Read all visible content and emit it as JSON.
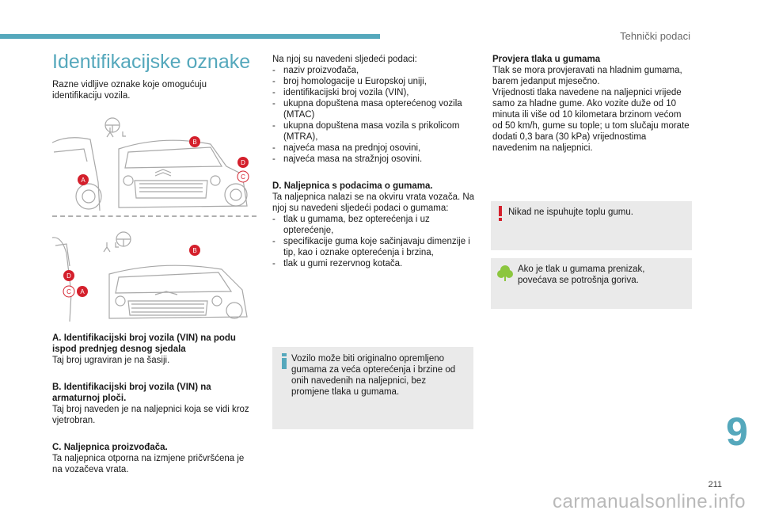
{
  "header": {
    "section": "Tehnički podaci"
  },
  "title": "Identifikacijske oznake",
  "intro": "Razne vidljive oznake koje omogućuju identifikaciju vozila.",
  "figure_labels": [
    "A",
    "B",
    "C",
    "D"
  ],
  "items": {
    "a_head": "A. Identifikacijski broj vozila (VIN) na podu ispod prednjeg desnog sjedala",
    "a_text": "Taj broj ugraviran je na šasiji.",
    "b_head": "B. Identifikacijski broj vozila (VIN) na armaturnoj ploči.",
    "b_text": "Taj broj naveden je na naljepnici koja se vidi kroz vjetrobran.",
    "c_head": "C. Naljepnica proizvođača.",
    "c_text": "Ta naljepnica otporna na izmjene pričvršćena je na vozačeva vrata."
  },
  "col2": {
    "intro": "Na njoj su navedeni sljedeći podaci:",
    "list": [
      "naziv proizvođača,",
      "broj homologacije u Europskoj uniji,",
      "identifikacijski broj vozila (VIN),",
      "ukupna dopuštena masa opterećenog vozila (MTAC)",
      "ukupna dopuštena masa vozila s prikolicom (MTRA),",
      "najveća masa na prednjoj osovini,",
      "najveća masa na stražnjoj osovini."
    ],
    "d_head": "D. Naljepnica s podacima o gumama.",
    "d_text": "Ta naljepnica nalazi se na okviru vrata vozača. Na njoj su navedeni sljedeći podaci o gumama:",
    "d_list": [
      "tlak u gumama, bez opterećenja i uz opterećenje,",
      "specifikacije guma koje sačinjavaju dimenzije i tip, kao i oznake opterećenja i brzina,",
      "tlak u gumi rezervnog kotača."
    ],
    "info_note": "Vozilo može biti originalno opremljeno gumama za veća opterećenja i brzine od onih navedenih na naljepnici, bez promjene tlaka u gumama."
  },
  "col3": {
    "head": "Provjera tlaka u gumama",
    "text": "Tlak se mora provjeravati na hladnim gumama, barem jedanput mjesečno.\nVrijednosti tlaka navedene na naljepnici vrijede samo za hladne gume. Ako vozite duže od 10 minuta ili više od 10 kilometara brzinom većom od 50 km/h, gume su tople; u tom slučaju morate dodati 0,3 bara (30 kPa) vrijednostima navedenim na naljepnici.",
    "warning_note": "Nikad ne ispuhujte toplu gumu.",
    "eco_note": "Ako je tlak u gumama prenizak, povećava se potrošnja goriva."
  },
  "chapter": "9",
  "page_number": "211",
  "watermark": "carmanualsonline.info",
  "colors": {
    "accent": "#55a8bc",
    "label_red": "#d4202c",
    "note_bg": "#eaeaea",
    "eco_green": "#8cc63f"
  }
}
